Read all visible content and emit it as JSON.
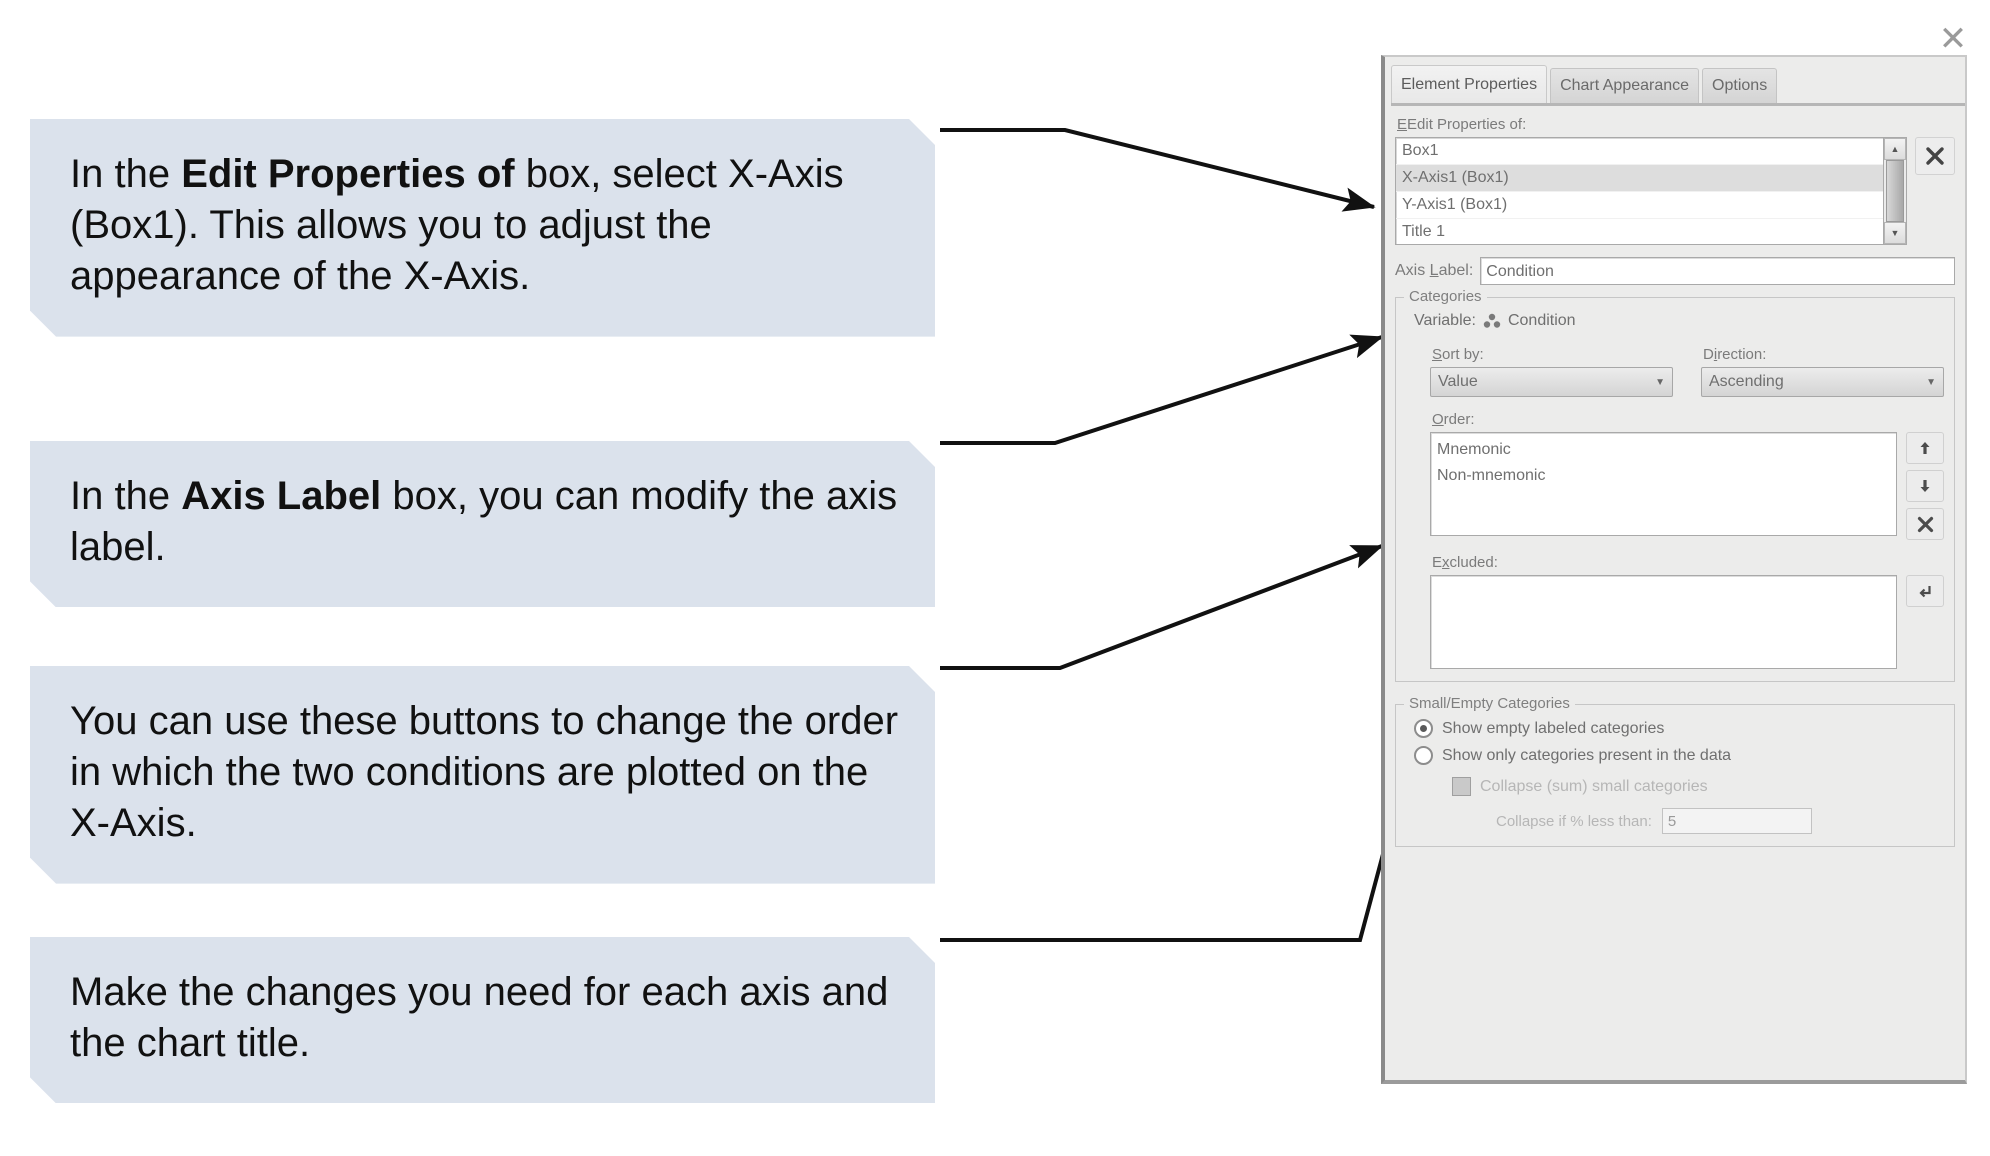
{
  "page": {
    "close_icon": "close-icon"
  },
  "callouts": [
    {
      "id": "callout-1",
      "segments": [
        {
          "text": "In the ",
          "bold": false
        },
        {
          "text": "Edit Properties of",
          "bold": true
        },
        {
          "text": " box, select X-Axis (Box1). This allows you to adjust the appearance of the X-Axis.",
          "bold": false
        }
      ]
    },
    {
      "id": "callout-2",
      "segments": [
        {
          "text": "In the ",
          "bold": false
        },
        {
          "text": "Axis Label",
          "bold": true
        },
        {
          "text": " box, you can modify the axis label.",
          "bold": false
        }
      ]
    },
    {
      "id": "callout-3",
      "segments": [
        {
          "text": "You can use these buttons to change the order in which the two conditions are plotted on the X-Axis.",
          "bold": false
        }
      ]
    },
    {
      "id": "callout-4",
      "segments": [
        {
          "text": "Make the changes you need for each axis and the chart title.",
          "bold": false
        }
      ]
    }
  ],
  "dialog": {
    "tabs": [
      {
        "label": "Element Properties",
        "active": true
      },
      {
        "label": "Chart Appearance",
        "active": false
      },
      {
        "label": "Options",
        "active": false
      }
    ],
    "edit_properties": {
      "label": "Edit Properties of:",
      "items": [
        {
          "label": "Box1",
          "selected": false
        },
        {
          "label": "X-Axis1 (Box1)",
          "selected": true
        },
        {
          "label": "Y-Axis1 (Box1)",
          "selected": false
        },
        {
          "label": "Title 1",
          "selected": false
        }
      ],
      "delete_button": "X",
      "scroll_up": "▲",
      "scroll_down": "▼"
    },
    "axis_label": {
      "label": "Axis Label:",
      "value": "Condition"
    },
    "categories": {
      "title": "Categories",
      "variable_label": "Variable:",
      "variable_value": "Condition",
      "sort_by_label": "Sort by:",
      "sort_by_value": "Value",
      "direction_label": "Direction:",
      "direction_value": "Ascending",
      "order_label": "Order:",
      "order_items": [
        "Mnemonic",
        "Non-mnemonic"
      ],
      "move_up_button": "↑",
      "move_down_button": "↓",
      "exclude_button": "X",
      "excluded_label": "Excluded:",
      "excluded_items": [],
      "restore_button": "↰"
    },
    "small_empty": {
      "title": "Small/Empty Categories",
      "option_show_empty": "Show empty labeled categories",
      "option_show_only": "Show only categories present in the data",
      "option_selected": "show_empty",
      "collapse_checkbox": "Collapse (sum) small categories",
      "collapse_percent_label": "Collapse if % less than:",
      "collapse_percent_value": "5"
    }
  }
}
